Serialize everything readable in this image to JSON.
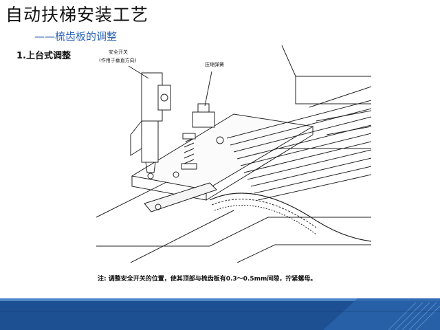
{
  "slide": {
    "title": "自动扶梯安装工艺",
    "subtitle": "——梳齿板的调整",
    "section_heading": "1.上台式调整",
    "figure": {
      "label_safety_switch_line1": "安全开关",
      "label_safety_switch_line2": "(作用于垂直方向)",
      "label_compression_spring": "压缩弹簧"
    },
    "note": "注: 调整安全开关的位置，使其顶部与梳齿板有0.3～0.5mm间隙，拧紧螺母。"
  },
  "colors": {
    "title_text": "#111111",
    "subtitle_text": "#2b63b5",
    "footer_dark": "#1d4f93",
    "footer_light": "#4c86c6"
  }
}
